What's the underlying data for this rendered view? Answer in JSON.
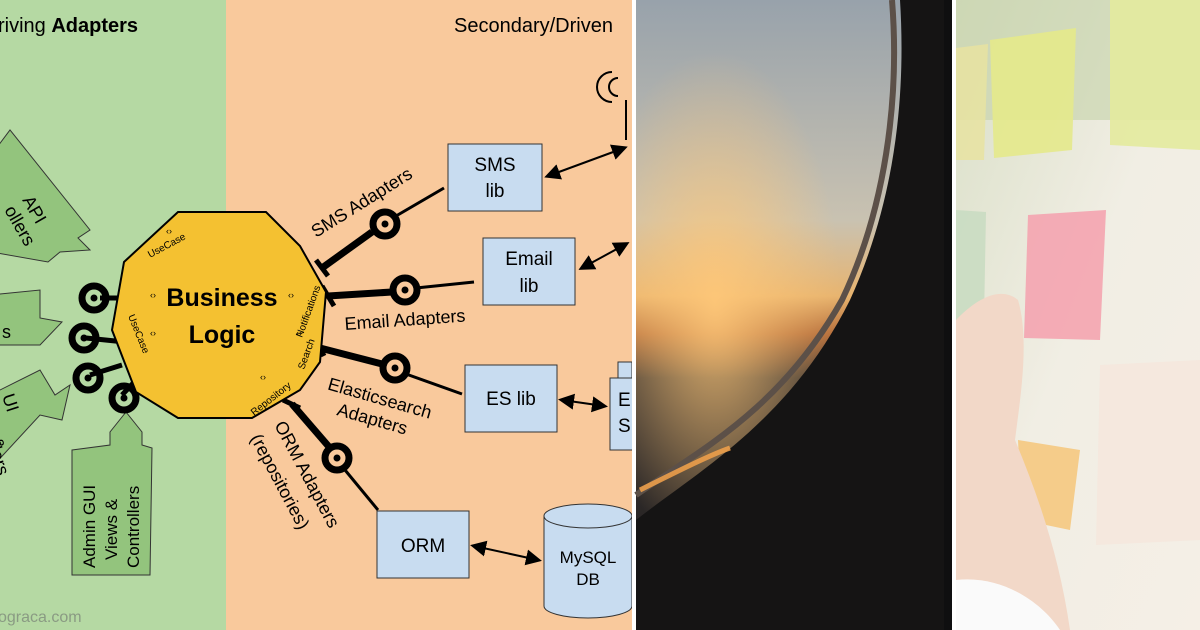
{
  "panels": {
    "diagram": {
      "left_header_pre": "riving ",
      "left_header_bold": "Adapters",
      "right_header": "Secondary/Driven",
      "core": {
        "line1": "Business",
        "line2": "Logic"
      },
      "core_ports": {
        "usecase_top": "UseCase",
        "usecase_left": "UseCase",
        "notifications": "Notifications",
        "search": "Search",
        "repository": "Repository"
      },
      "primary_adapters": {
        "api": [
          "API",
          "ollers"
        ],
        "cli": [
          "s"
        ],
        "web": [
          "UI",
          "&",
          "llers"
        ],
        "admin": [
          "Admin GUI",
          "Views &",
          "Controllers"
        ]
      },
      "secondary_adapters": {
        "sms": "SMS Adapters",
        "email": "Email Adapters",
        "es": [
          "Elasticsearch",
          "Adapters"
        ],
        "orm": [
          "ORM Adapters",
          "(repositories)"
        ]
      },
      "libs": {
        "sms": [
          "SMS",
          "lib"
        ],
        "email": [
          "Email",
          "lib"
        ],
        "es": "ES lib",
        "orm": "ORM",
        "es_server": [
          "E",
          "S"
        ]
      },
      "db": [
        "MySQL",
        "DB"
      ],
      "footer": "ograca.com"
    },
    "colors": {
      "primary_bg": "#b5d9a3",
      "secondary_bg": "#f9c99c",
      "hexagon": "#f4c131",
      "adapter_box": "#93c47d",
      "lib_box": "#c8dcf0"
    }
  },
  "photos": {
    "airplane_window": "airplane-window-sunset-photo",
    "sticky_notes": "sticky-notes-photo"
  }
}
